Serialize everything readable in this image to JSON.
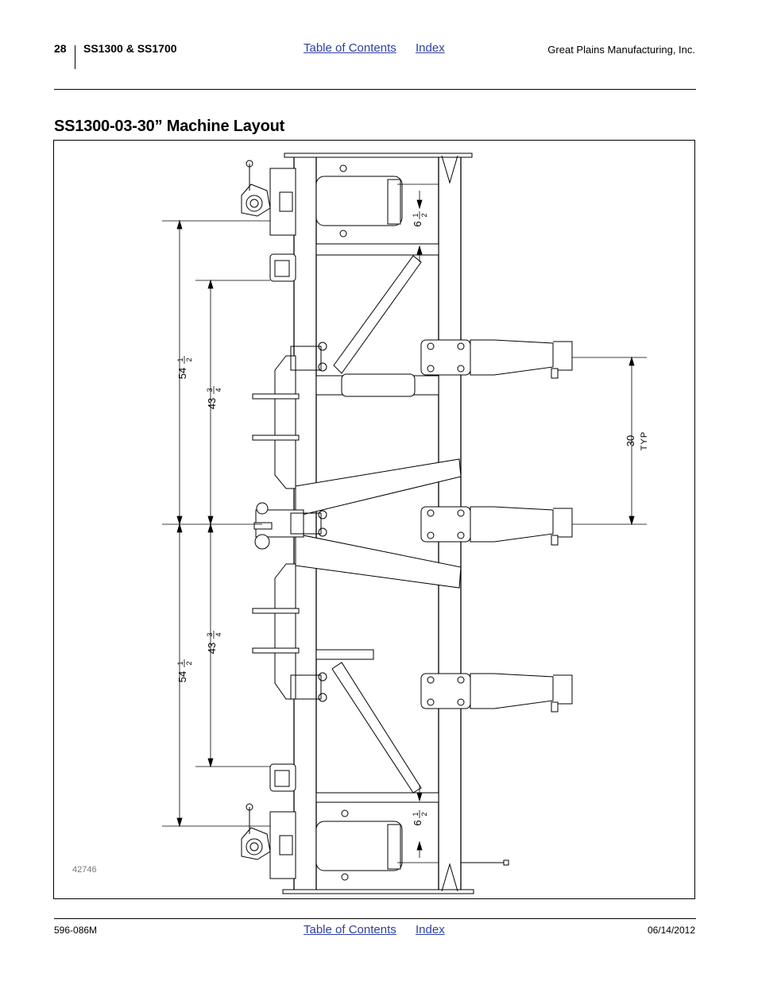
{
  "header": {
    "page_number": "28",
    "model": "SS1300 & SS1700",
    "toc_link": "Table of Contents",
    "index_link": "Index",
    "company": "Great Plains Manufacturing, Inc."
  },
  "section": {
    "title": "SS1300-03-30” Machine Layout"
  },
  "figure": {
    "number": "42746",
    "dimensions": {
      "outer_left": "54",
      "inner_left": "43",
      "top_offset": "6",
      "spacing": "30",
      "spacing_note": "TYP",
      "frac_half_num": "1",
      "frac_half_den": "2",
      "frac_quarter_num": "3",
      "frac_quarter_den": "4"
    }
  },
  "footer": {
    "doc_number": "596-086M",
    "toc_link": "Table of Contents",
    "index_link": "Index",
    "date": "06/14/2012"
  }
}
